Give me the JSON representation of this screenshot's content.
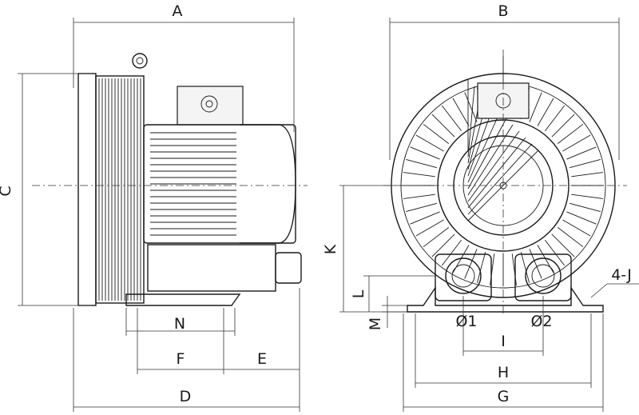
{
  "diagram": {
    "labels": {
      "A": "A",
      "B": "B",
      "C": "C",
      "D": "D",
      "E": "E",
      "F": "F",
      "G": "G",
      "H": "H",
      "I": "I",
      "K": "K",
      "L": "L",
      "M": "M",
      "N": "N",
      "J": "4-J",
      "phi1": "Ø1",
      "phi2": "Ø2"
    },
    "views": [
      "side-view",
      "front-view"
    ],
    "line_color": "#1a1a1a"
  }
}
